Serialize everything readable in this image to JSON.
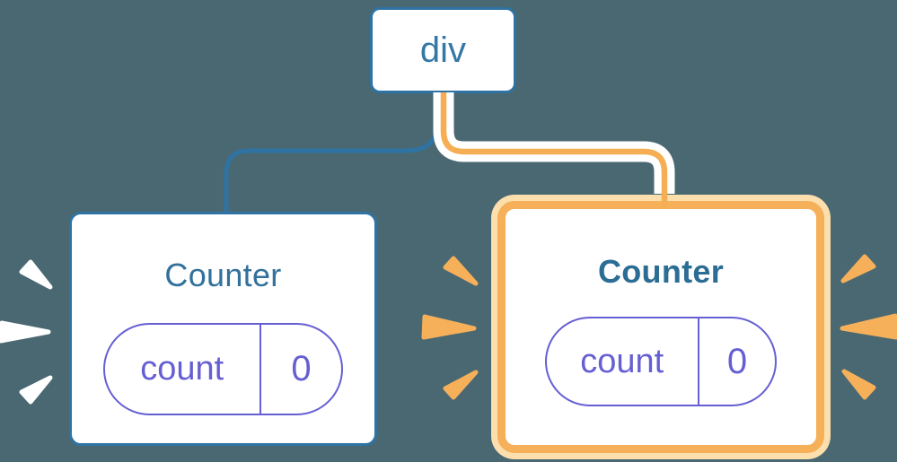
{
  "diagram": {
    "background": "#4a6872",
    "root_node": {
      "label": "div"
    },
    "cards": {
      "left": {
        "title": "Counter",
        "state": {
          "key": "count",
          "value": "0"
        },
        "highlighted": false,
        "sparkle_color": "#ffffff"
      },
      "right": {
        "title": "Counter",
        "state": {
          "key": "count",
          "value": "0"
        },
        "highlighted": true,
        "sparkle_color": "#f6b05a"
      }
    },
    "edges": [
      {
        "from": "div",
        "to": "Counter (left)",
        "color": "#2e73a3"
      },
      {
        "from": "div",
        "to": "Counter (right)",
        "color": "#f6ae55",
        "casing": "#ffffff"
      }
    ],
    "colors": {
      "node_border_blue": "#2e73a3",
      "node_text_blue": "#3577a5",
      "title_blue": "#2b6d94",
      "state_purple": "#665fd3",
      "highlight_orange": "#f6b05a",
      "highlight_cream": "#fcdfad",
      "card_bg": "#ffffff"
    },
    "icons": {
      "sparkle": "burst-ray-triangle"
    }
  }
}
